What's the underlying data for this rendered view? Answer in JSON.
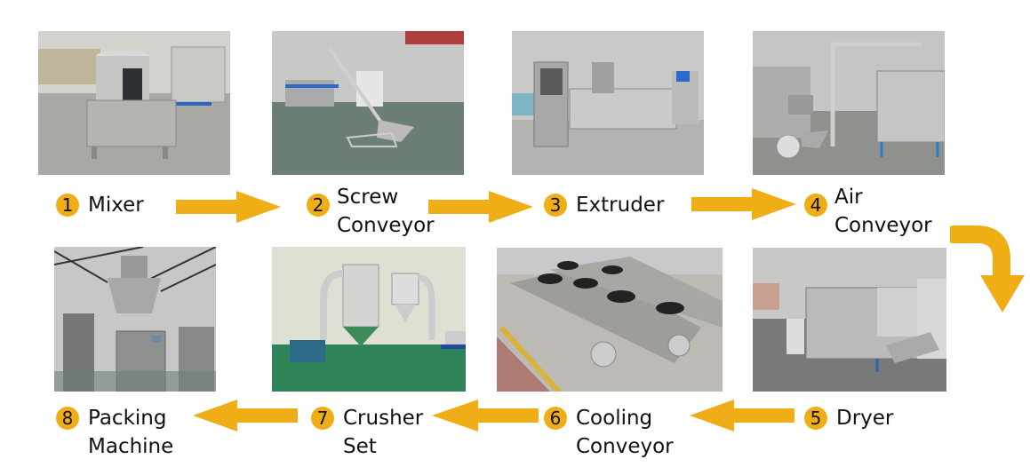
{
  "accent_color": "#efae16",
  "steps": [
    {
      "number": "1",
      "line1": "Mixer",
      "line2": ""
    },
    {
      "number": "2",
      "line1": "Screw",
      "line2": "Conveyor"
    },
    {
      "number": "3",
      "line1": "Extruder",
      "line2": ""
    },
    {
      "number": "4",
      "line1": "Air",
      "line2": "Conveyor"
    },
    {
      "number": "5",
      "line1": "Dryer",
      "line2": ""
    },
    {
      "number": "6",
      "line1": "Cooling",
      "line2": "Conveyor"
    },
    {
      "number": "7",
      "line1": "Crusher",
      "line2": "Set"
    },
    {
      "number": "8",
      "line1": "Packing",
      "line2": "Machine"
    }
  ],
  "photos": [
    {
      "step": "1",
      "subject": "mixer-machine-photo"
    },
    {
      "step": "2",
      "subject": "screw-conveyor-photo"
    },
    {
      "step": "3",
      "subject": "extruder-photo"
    },
    {
      "step": "4",
      "subject": "air-conveyor-photo"
    },
    {
      "step": "5",
      "subject": "dryer-photo"
    },
    {
      "step": "6",
      "subject": "cooling-conveyor-photo"
    },
    {
      "step": "7",
      "subject": "crusher-set-photo"
    },
    {
      "step": "8",
      "subject": "packing-machine-photo"
    }
  ],
  "arrows": [
    {
      "from": "1",
      "to": "2",
      "direction": "right"
    },
    {
      "from": "2",
      "to": "3",
      "direction": "right"
    },
    {
      "from": "3",
      "to": "4",
      "direction": "right"
    },
    {
      "from": "4",
      "to": "5",
      "direction": "curve-down"
    },
    {
      "from": "5",
      "to": "6",
      "direction": "left"
    },
    {
      "from": "6",
      "to": "7",
      "direction": "left"
    },
    {
      "from": "7",
      "to": "8",
      "direction": "left"
    }
  ]
}
